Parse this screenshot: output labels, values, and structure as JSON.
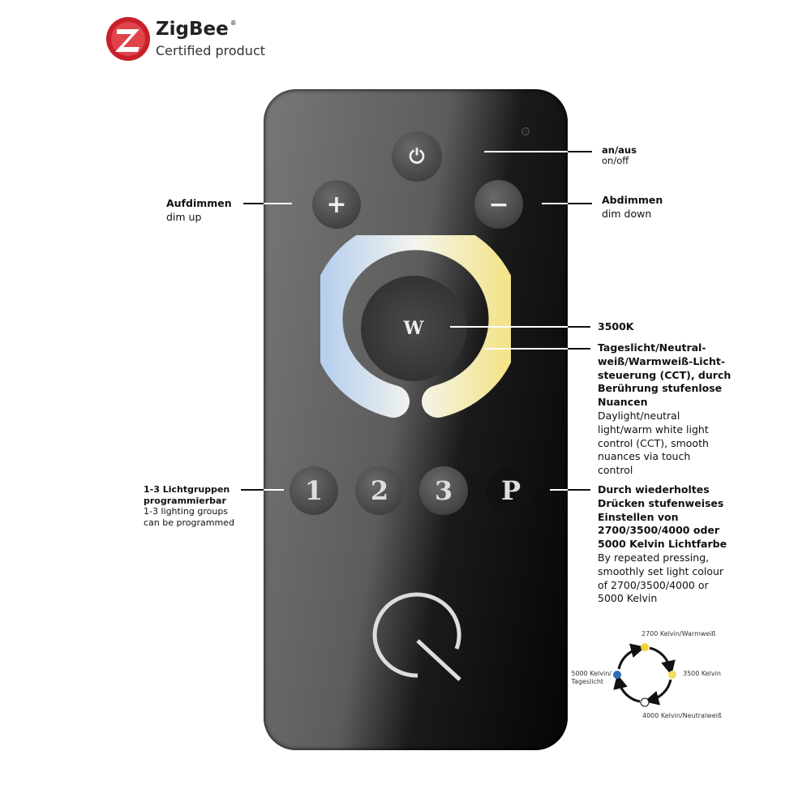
{
  "logo": {
    "brand": "ZigBee",
    "registered": "®",
    "subtitle": "Certified product"
  },
  "remote": {
    "buttons": {
      "power": "⏻",
      "dim_up": "+",
      "dim_down": "−",
      "white": "W",
      "group1": "1",
      "group2": "2",
      "group3": "3",
      "program": "P"
    },
    "logo_letter": "Q"
  },
  "callouts": {
    "power": {
      "de": "an/aus",
      "en": "on/off"
    },
    "dim_up": {
      "de": "Aufdimmen",
      "en": "dim up"
    },
    "dim_down": {
      "de": "Abdimmen",
      "en": "dim down"
    },
    "white": {
      "de": "3500K"
    },
    "cct": {
      "de": [
        "Tageslicht/Neutral-",
        "weiß/Warmweiß-Licht-",
        "steuerung (CCT), durch",
        "Berührung stufenlose",
        "Nuancen"
      ],
      "en": [
        "Daylight/neutral",
        "light/warm white light",
        "control (CCT), smooth",
        "nuances via touch",
        "control"
      ]
    },
    "groups": {
      "de": [
        "1-3 Lichtgruppen",
        "programmierbar"
      ],
      "en": [
        "1-3 lighting groups",
        "can be programmed"
      ]
    },
    "program": {
      "de": [
        "Durch wiederholtes",
        "Drücken stufenweises",
        "Einstellen von",
        "2700/3500/4000 oder",
        "5000 Kelvin Lichtfarbe"
      ],
      "en": [
        "By repeated pressing,",
        "smoothly set light colour",
        "of 2700/3500/4000 or",
        "5000 Kelvin"
      ]
    }
  },
  "cycle": {
    "top": "2700 Kelvin/Warmweiß",
    "right": "3500 Kelvin",
    "bottom": "4000 Kelvin/Neutralweiß",
    "left": [
      "5000 Kelvin/",
      "Tageslicht"
    ],
    "colors": {
      "warm": "#f1d33a",
      "k3500": "#f3dc5a",
      "neutral": "#ffffff",
      "daylight": "#2f6db5"
    }
  }
}
